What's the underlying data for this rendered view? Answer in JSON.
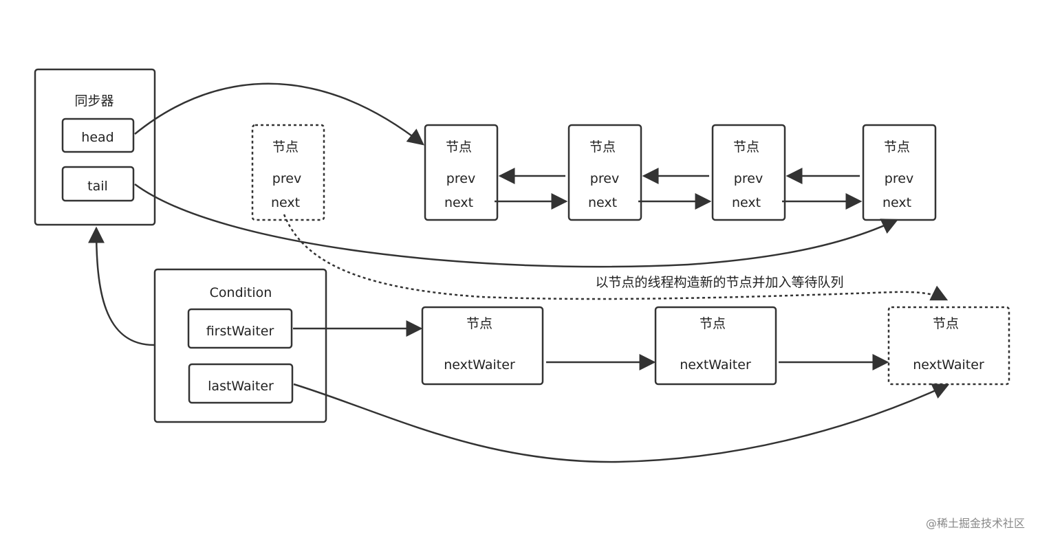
{
  "sync": {
    "title": "同步器",
    "head": "head",
    "tail": "tail"
  },
  "queue_nodes": [
    {
      "title": "节点",
      "prev": "prev",
      "next": "next"
    },
    {
      "title": "节点",
      "prev": "prev",
      "next": "next"
    },
    {
      "title": "节点",
      "prev": "prev",
      "next": "next"
    },
    {
      "title": "节点",
      "prev": "prev",
      "next": "next"
    },
    {
      "title": "节点",
      "prev": "prev",
      "next": "next"
    }
  ],
  "condition": {
    "title": "Condition",
    "first": "firstWaiter",
    "last": "lastWaiter"
  },
  "wait_nodes": [
    {
      "title": "节点",
      "next": "nextWaiter"
    },
    {
      "title": "节点",
      "next": "nextWaiter"
    },
    {
      "title": "节点",
      "next": "nextWaiter"
    }
  ],
  "annotation": "以节点的线程构造新的节点并加入等待队列",
  "watermark": "@稀土掘金技术社区"
}
